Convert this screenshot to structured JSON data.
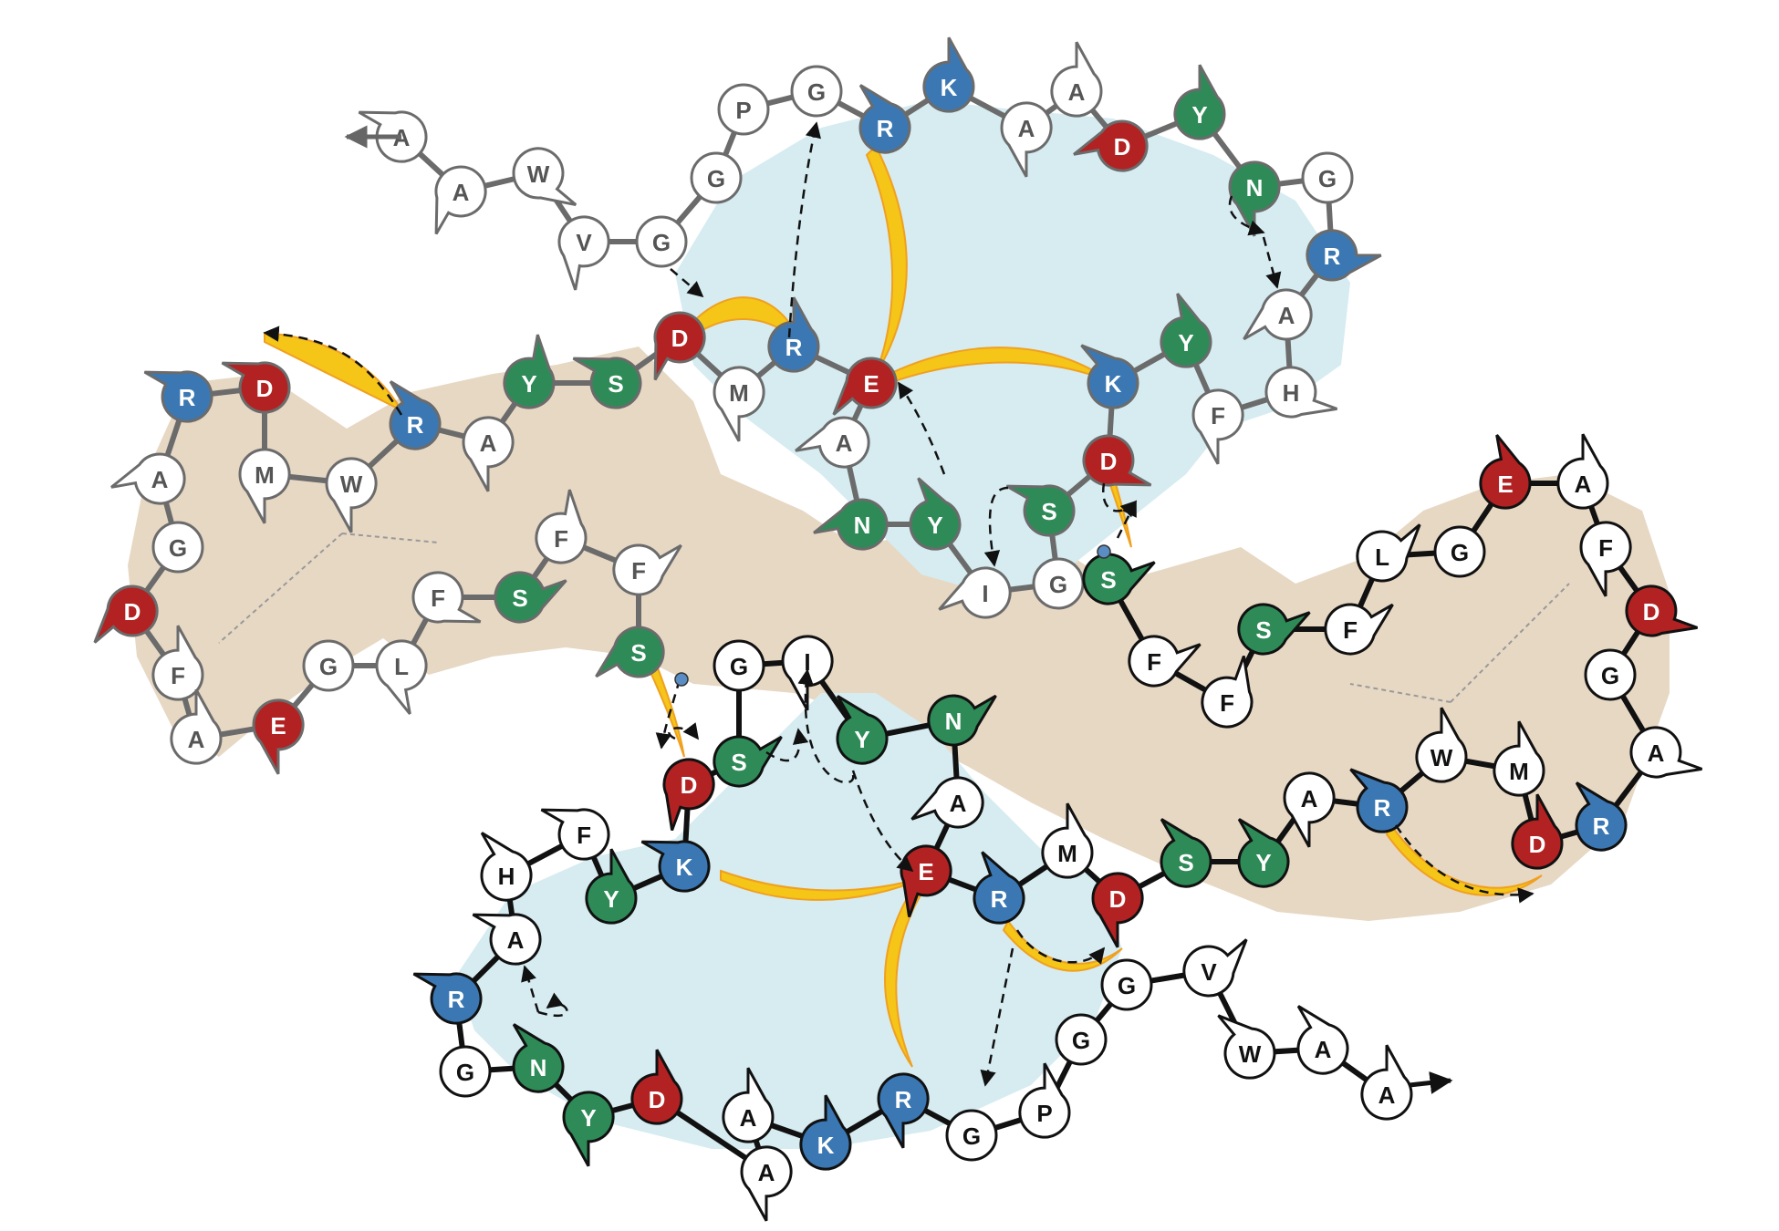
{
  "colors": {
    "acidic": "#b22222",
    "basic": "#3b78b3",
    "polar": "#2e8b57",
    "neutral": "#ffffff",
    "pocket": "#d6ecf1",
    "core": "#e7d8c4",
    "bridge": "#f5c518",
    "bridge_edge": "#f0a020",
    "stroke_front": "#111111",
    "stroke_back": "#6b6b6b",
    "label_light": "#ffffff",
    "label_dark": "#111111",
    "label_back": "#555555"
  },
  "back_chain": [
    {
      "name": "A",
      "kind": "neutral",
      "shape": "tear"
    },
    {
      "name": "A",
      "kind": "neutral",
      "shape": "tear"
    },
    {
      "name": "W",
      "kind": "neutral",
      "shape": "tear"
    },
    {
      "name": "V",
      "kind": "neutral",
      "shape": "tear"
    },
    {
      "name": "G",
      "kind": "neutral",
      "shape": "circle"
    },
    {
      "name": "G",
      "kind": "neutral",
      "shape": "circle"
    },
    {
      "name": "P",
      "kind": "neutral",
      "shape": "circle"
    },
    {
      "name": "G",
      "kind": "neutral",
      "shape": "circle"
    },
    {
      "name": "R",
      "kind": "basic",
      "shape": "tear"
    },
    {
      "name": "K",
      "kind": "basic",
      "shape": "tear"
    },
    {
      "name": "A",
      "kind": "neutral",
      "shape": "tear"
    },
    {
      "name": "A",
      "kind": "neutral",
      "shape": "tear"
    },
    {
      "name": "D",
      "kind": "acidic",
      "shape": "tear"
    },
    {
      "name": "Y",
      "kind": "polar",
      "shape": "tear"
    },
    {
      "name": "N",
      "kind": "polar",
      "shape": "tear"
    },
    {
      "name": "G",
      "kind": "neutral",
      "shape": "circle"
    },
    {
      "name": "R",
      "kind": "basic",
      "shape": "tear"
    },
    {
      "name": "A",
      "kind": "neutral",
      "shape": "tear"
    },
    {
      "name": "H",
      "kind": "neutral",
      "shape": "tear"
    },
    {
      "name": "F",
      "kind": "neutral",
      "shape": "tear"
    },
    {
      "name": "Y",
      "kind": "polar",
      "shape": "tear"
    },
    {
      "name": "K",
      "kind": "basic",
      "shape": "tear"
    },
    {
      "name": "D",
      "kind": "acidic",
      "shape": "tear"
    },
    {
      "name": "S",
      "kind": "polar",
      "shape": "tear"
    },
    {
      "name": "G",
      "kind": "neutral",
      "shape": "circle"
    },
    {
      "name": "I",
      "kind": "neutral",
      "shape": "tear"
    },
    {
      "name": "Y",
      "kind": "polar",
      "shape": "tear"
    },
    {
      "name": "N",
      "kind": "polar",
      "shape": "tear"
    },
    {
      "name": "A",
      "kind": "neutral",
      "shape": "tear"
    },
    {
      "name": "E",
      "kind": "acidic",
      "shape": "tear"
    },
    {
      "name": "R",
      "kind": "basic",
      "shape": "tear"
    },
    {
      "name": "M",
      "kind": "neutral",
      "shape": "tear"
    },
    {
      "name": "D",
      "kind": "acidic",
      "shape": "tear"
    },
    {
      "name": "S",
      "kind": "polar",
      "shape": "tear"
    },
    {
      "name": "Y",
      "kind": "polar",
      "shape": "tear"
    },
    {
      "name": "A",
      "kind": "neutral",
      "shape": "tear"
    },
    {
      "name": "R",
      "kind": "basic",
      "shape": "tear"
    },
    {
      "name": "W",
      "kind": "neutral",
      "shape": "tear"
    },
    {
      "name": "M",
      "kind": "neutral",
      "shape": "tear"
    },
    {
      "name": "D",
      "kind": "acidic",
      "shape": "tear"
    },
    {
      "name": "R",
      "kind": "basic",
      "shape": "tear"
    },
    {
      "name": "A",
      "kind": "neutral",
      "shape": "tear"
    },
    {
      "name": "G",
      "kind": "neutral",
      "shape": "circle"
    },
    {
      "name": "D",
      "kind": "acidic",
      "shape": "tear"
    },
    {
      "name": "F",
      "kind": "neutral",
      "shape": "tear"
    },
    {
      "name": "A",
      "kind": "neutral",
      "shape": "tear"
    },
    {
      "name": "E",
      "kind": "acidic",
      "shape": "tear"
    },
    {
      "name": "G",
      "kind": "neutral",
      "shape": "circle"
    },
    {
      "name": "L",
      "kind": "neutral",
      "shape": "tear"
    },
    {
      "name": "F",
      "kind": "neutral",
      "shape": "tear"
    },
    {
      "name": "S",
      "kind": "polar",
      "shape": "tear"
    },
    {
      "name": "F",
      "kind": "neutral",
      "shape": "tear"
    },
    {
      "name": "F",
      "kind": "neutral",
      "shape": "tear"
    },
    {
      "name": "S",
      "kind": "polar",
      "shape": "tear"
    }
  ],
  "front_chain": [
    {
      "name": "A",
      "kind": "neutral",
      "shape": "tear"
    },
    {
      "name": "A",
      "kind": "neutral",
      "shape": "tear"
    },
    {
      "name": "W",
      "kind": "neutral",
      "shape": "tear"
    },
    {
      "name": "V",
      "kind": "neutral",
      "shape": "tear"
    },
    {
      "name": "G",
      "kind": "neutral",
      "shape": "circle"
    },
    {
      "name": "G",
      "kind": "neutral",
      "shape": "circle"
    },
    {
      "name": "P",
      "kind": "neutral",
      "shape": "tear"
    },
    {
      "name": "G",
      "kind": "neutral",
      "shape": "circle"
    },
    {
      "name": "R",
      "kind": "basic",
      "shape": "tear"
    },
    {
      "name": "K",
      "kind": "basic",
      "shape": "tear"
    },
    {
      "name": "A",
      "kind": "neutral",
      "shape": "tear"
    },
    {
      "name": "A",
      "kind": "neutral",
      "shape": "tear"
    },
    {
      "name": "D",
      "kind": "acidic",
      "shape": "tear"
    },
    {
      "name": "Y",
      "kind": "polar",
      "shape": "tear"
    },
    {
      "name": "N",
      "kind": "polar",
      "shape": "tear"
    },
    {
      "name": "G",
      "kind": "neutral",
      "shape": "circle"
    },
    {
      "name": "R",
      "kind": "basic",
      "shape": "tear"
    },
    {
      "name": "A",
      "kind": "neutral",
      "shape": "tear"
    },
    {
      "name": "H",
      "kind": "neutral",
      "shape": "tear"
    },
    {
      "name": "F",
      "kind": "neutral",
      "shape": "tear"
    },
    {
      "name": "Y",
      "kind": "polar",
      "shape": "tear"
    },
    {
      "name": "K",
      "kind": "basic",
      "shape": "tear"
    },
    {
      "name": "D",
      "kind": "acidic",
      "shape": "tear"
    },
    {
      "name": "S",
      "kind": "polar",
      "shape": "tear"
    },
    {
      "name": "G",
      "kind": "neutral",
      "shape": "circle"
    },
    {
      "name": "I",
      "kind": "neutral",
      "shape": "tear"
    },
    {
      "name": "Y",
      "kind": "polar",
      "shape": "tear"
    },
    {
      "name": "N",
      "kind": "polar",
      "shape": "tear"
    },
    {
      "name": "A",
      "kind": "neutral",
      "shape": "tear"
    },
    {
      "name": "E",
      "kind": "acidic",
      "shape": "tear"
    },
    {
      "name": "R",
      "kind": "basic",
      "shape": "tear"
    },
    {
      "name": "M",
      "kind": "neutral",
      "shape": "tear"
    },
    {
      "name": "D",
      "kind": "acidic",
      "shape": "tear"
    },
    {
      "name": "S",
      "kind": "polar",
      "shape": "tear"
    },
    {
      "name": "Y",
      "kind": "polar",
      "shape": "tear"
    },
    {
      "name": "A",
      "kind": "neutral",
      "shape": "tear"
    },
    {
      "name": "R",
      "kind": "basic",
      "shape": "tear"
    },
    {
      "name": "W",
      "kind": "neutral",
      "shape": "tear"
    },
    {
      "name": "M",
      "kind": "neutral",
      "shape": "tear"
    },
    {
      "name": "D",
      "kind": "acidic",
      "shape": "tear"
    },
    {
      "name": "R",
      "kind": "basic",
      "shape": "tear"
    },
    {
      "name": "A",
      "kind": "neutral",
      "shape": "tear"
    },
    {
      "name": "G",
      "kind": "neutral",
      "shape": "circle"
    },
    {
      "name": "D",
      "kind": "acidic",
      "shape": "tear"
    },
    {
      "name": "F",
      "kind": "neutral",
      "shape": "tear"
    },
    {
      "name": "A",
      "kind": "neutral",
      "shape": "tear"
    },
    {
      "name": "E",
      "kind": "acidic",
      "shape": "tear"
    },
    {
      "name": "G",
      "kind": "neutral",
      "shape": "circle"
    },
    {
      "name": "L",
      "kind": "neutral",
      "shape": "tear"
    },
    {
      "name": "F",
      "kind": "neutral",
      "shape": "tear"
    },
    {
      "name": "S",
      "kind": "polar",
      "shape": "tear"
    },
    {
      "name": "F",
      "kind": "neutral",
      "shape": "tear"
    },
    {
      "name": "F",
      "kind": "neutral",
      "shape": "tear"
    },
    {
      "name": "S",
      "kind": "polar",
      "shape": "tear"
    }
  ]
}
